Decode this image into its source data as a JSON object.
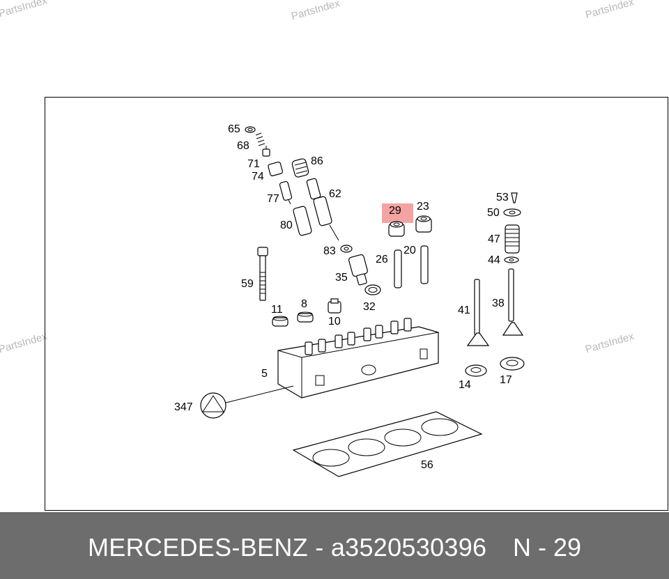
{
  "watermark": "PartsIndex",
  "highlight": {
    "part": "29",
    "color": "#f4a3a3"
  },
  "callouts": [
    "65",
    "68",
    "71",
    "74",
    "77",
    "80",
    "86",
    "62",
    "83",
    "35",
    "32",
    "29",
    "23",
    "26",
    "20",
    "53",
    "50",
    "47",
    "44",
    "41",
    "38",
    "59",
    "11",
    "8",
    "10",
    "5",
    "347",
    "14",
    "17",
    "56"
  ],
  "footer": {
    "brand_part": "MERCEDES-BENZ - a3520530396",
    "ref": "N - 29",
    "background": "#6d6d6d"
  }
}
